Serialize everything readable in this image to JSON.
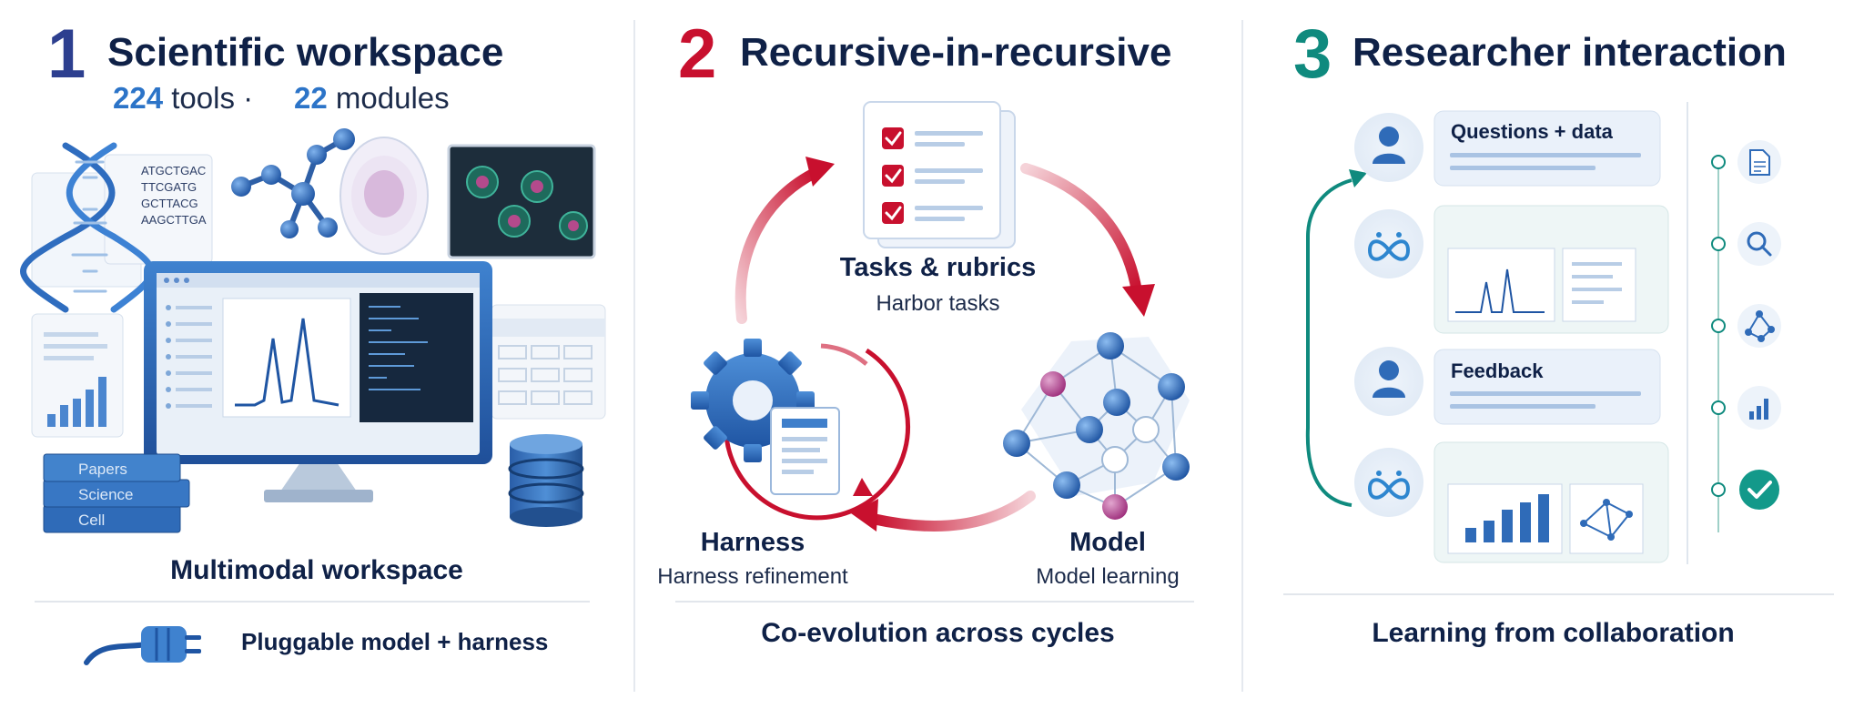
{
  "panel1": {
    "number": "1",
    "title": "Scientific workspace",
    "tools_count": "224",
    "tools_label": "tools ·",
    "modules_count": "22",
    "modules_label": "modules",
    "dna_sequence": [
      "ATGCTGAC",
      "TTCGATG",
      "GCTTACG",
      "AAGCTTGA"
    ],
    "books": [
      "Papers",
      "Science",
      "Cell"
    ],
    "caption": "Multimodal workspace",
    "footer": "Pluggable model + harness",
    "number_color": "#2d3f8f"
  },
  "panel2": {
    "number": "2",
    "title": "Recursive-in-recursive",
    "tasks_title": "Tasks & rubrics",
    "tasks_sub": "Harbor tasks",
    "harness_title": "Harness",
    "harness_sub": "Harness refinement",
    "model_title": "Model",
    "model_sub": "Model learning",
    "caption": "Co-evolution across cycles",
    "number_color": "#c8102e",
    "accent": "#c8102e"
  },
  "panel3": {
    "number": "3",
    "title": "Researcher interaction",
    "msg1": "Questions + data",
    "msg2": "Feedback",
    "caption": "Learning from collaboration",
    "timeline_icons": [
      "document-icon",
      "search-icon",
      "network-icon",
      "bar-chart-icon",
      "check-icon"
    ],
    "number_color": "#0f8a7e"
  }
}
